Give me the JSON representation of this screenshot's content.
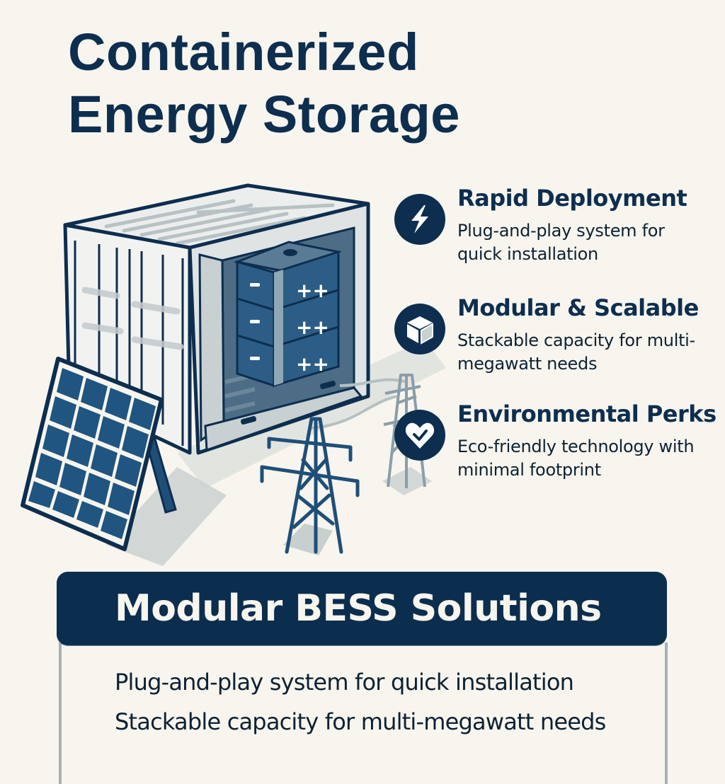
{
  "title": {
    "line1": "Containerized",
    "line2": "Energy Storage"
  },
  "illustration": {
    "elements": [
      "shipping-container",
      "battery-stack",
      "solar-panel",
      "transmission-tower",
      "transmission-tower-background"
    ],
    "battery_labels": {
      "negative": "−",
      "positive": "++"
    }
  },
  "features": [
    {
      "icon": "lightning-bolt-icon",
      "title": "Rapid Deployment",
      "description": "Plug-and-play system for quick installation"
    },
    {
      "icon": "cube-icon",
      "title": "Modular & Scalable",
      "description": "Stackable capacity for multi-megawatt needs"
    },
    {
      "icon": "heart-check-icon",
      "title": "Environmental Perks",
      "description": "Eco-friendly technology with minimal footprint"
    }
  ],
  "panel": {
    "heading": "Modular BESS Solutions",
    "items": [
      "Plug-and-play system for quick installation",
      "Stackable capacity for multi-megawatt needs"
    ]
  },
  "colors": {
    "background": "#f7f5ee",
    "navy": "#0d2e4f",
    "steel_blue": "#1f5580",
    "container_grey": "#dfe3e3",
    "shadow_grey": "#c8cfcf",
    "panel_border": "#a7b1b6"
  }
}
